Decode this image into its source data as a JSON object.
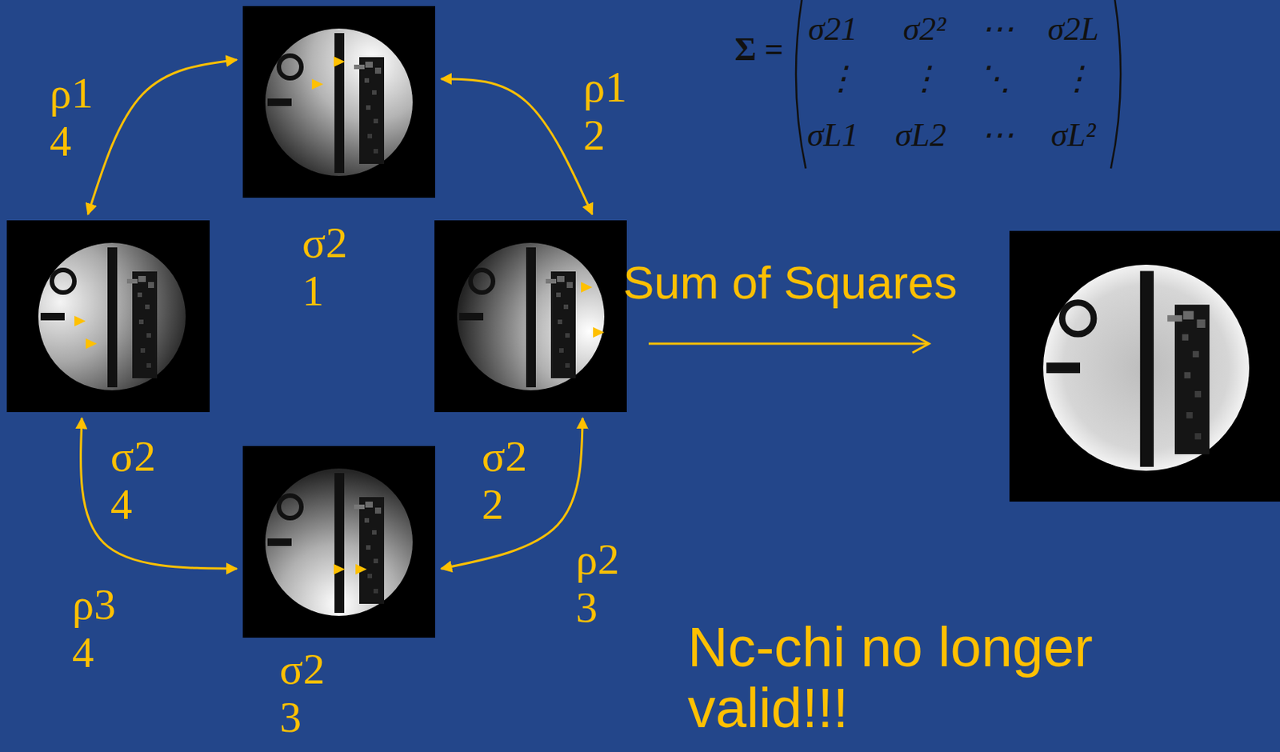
{
  "diagram": {
    "nodes": [
      {
        "text": [
          "σ2 1"
        ]
      },
      {
        "text": [
          "σ2 4"
        ]
      },
      {
        "text": [
          "σ2 2"
        ]
      },
      {
        "text": [
          "σ2 3"
        ]
      }
    ],
    "edges": [
      {
        "from": 0,
        "to": 1,
        "arrow": "both",
        "label": "ρ1 4"
      },
      {
        "from": 0,
        "to": 2,
        "arrow": "both",
        "label": "ρ1 2"
      },
      {
        "from": 1,
        "to": 3,
        "arrow": "both",
        "label": "ρ3 4"
      },
      {
        "from": 2,
        "to": 3,
        "arrow": "both",
        "label": "ρ2 3"
      }
    ],
    "labels": [
      "Σ =",
      "σ21",
      "σ2²",
      "⋯",
      "σ2L",
      "⋮",
      "⋮",
      "⋱",
      "⋮",
      "σL1",
      "σL2",
      "⋯",
      "σL²",
      "Sum of Squares",
      "Nc-chi no longer valid!!!"
    ]
  }
}
